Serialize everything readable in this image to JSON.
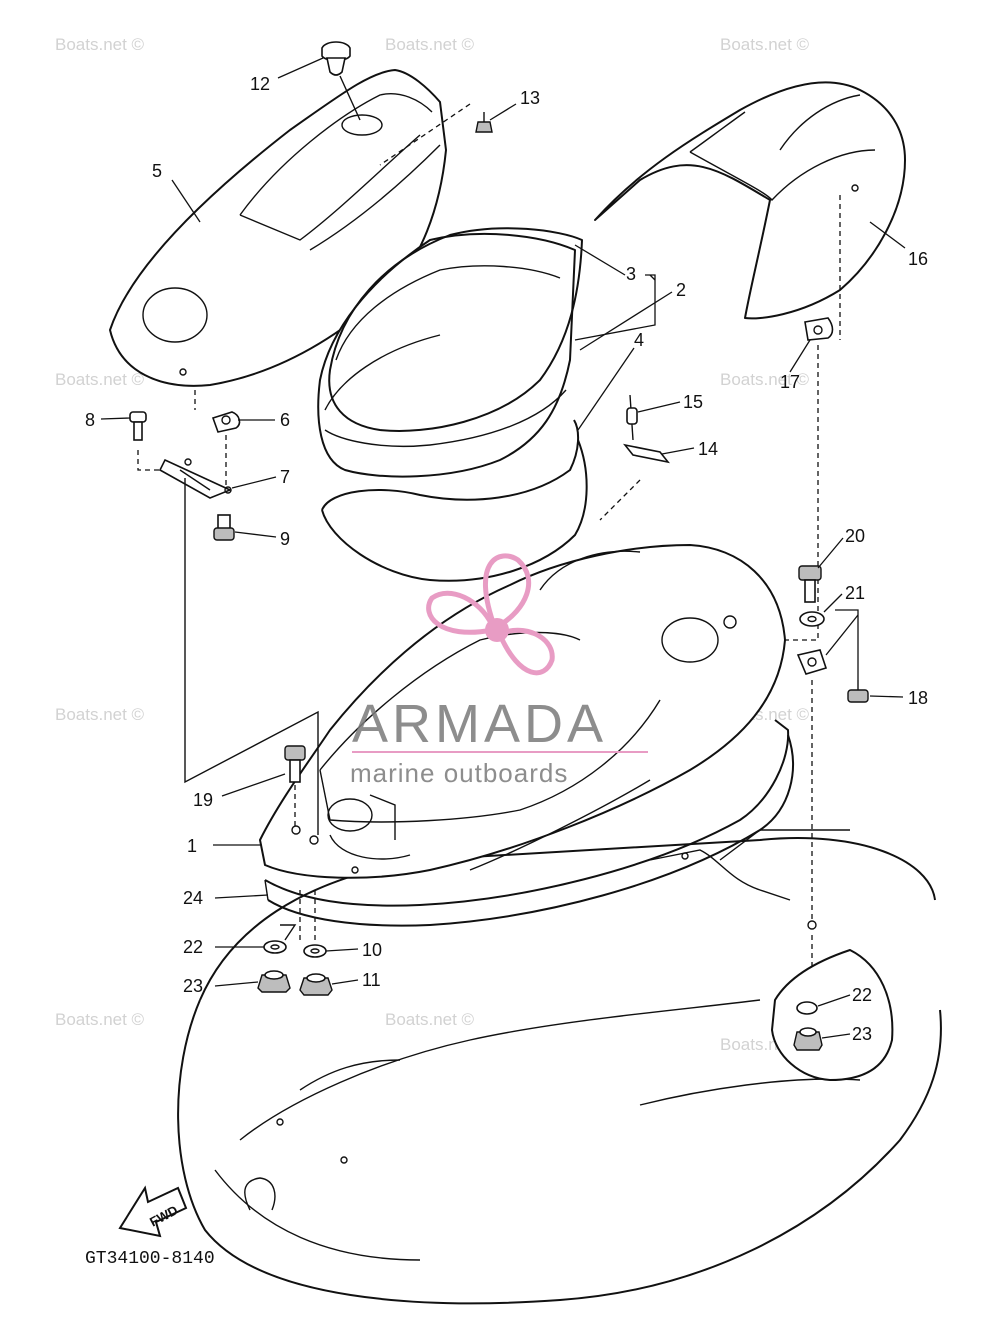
{
  "watermark": "Boats.net ©",
  "logo": {
    "name": "ARMADA",
    "tagline": "marine outboards",
    "accent": "#e89cc4",
    "text_color": "#7a7a7a"
  },
  "callouts": [
    {
      "id": "c12",
      "label": "12"
    },
    {
      "id": "c13",
      "label": "13"
    },
    {
      "id": "c5",
      "label": "5"
    },
    {
      "id": "c3",
      "label": "3"
    },
    {
      "id": "c2",
      "label": "2"
    },
    {
      "id": "c4",
      "label": "4"
    },
    {
      "id": "c16",
      "label": "16"
    },
    {
      "id": "c17",
      "label": "17"
    },
    {
      "id": "c15",
      "label": "15"
    },
    {
      "id": "c14",
      "label": "14"
    },
    {
      "id": "c8",
      "label": "8"
    },
    {
      "id": "c6",
      "label": "6"
    },
    {
      "id": "c7",
      "label": "7"
    },
    {
      "id": "c9",
      "label": "9"
    },
    {
      "id": "c20",
      "label": "20"
    },
    {
      "id": "c21",
      "label": "21"
    },
    {
      "id": "c18",
      "label": "18"
    },
    {
      "id": "c19",
      "label": "19"
    },
    {
      "id": "c1",
      "label": "1"
    },
    {
      "id": "c24",
      "label": "24"
    },
    {
      "id": "c22a",
      "label": "22"
    },
    {
      "id": "c10",
      "label": "10"
    },
    {
      "id": "c23a",
      "label": "23"
    },
    {
      "id": "c11",
      "label": "11"
    },
    {
      "id": "c22b",
      "label": "22"
    },
    {
      "id": "c23b",
      "label": "23"
    }
  ],
  "fwd_label": "FWD",
  "diagram_code": "GT34100-8140"
}
